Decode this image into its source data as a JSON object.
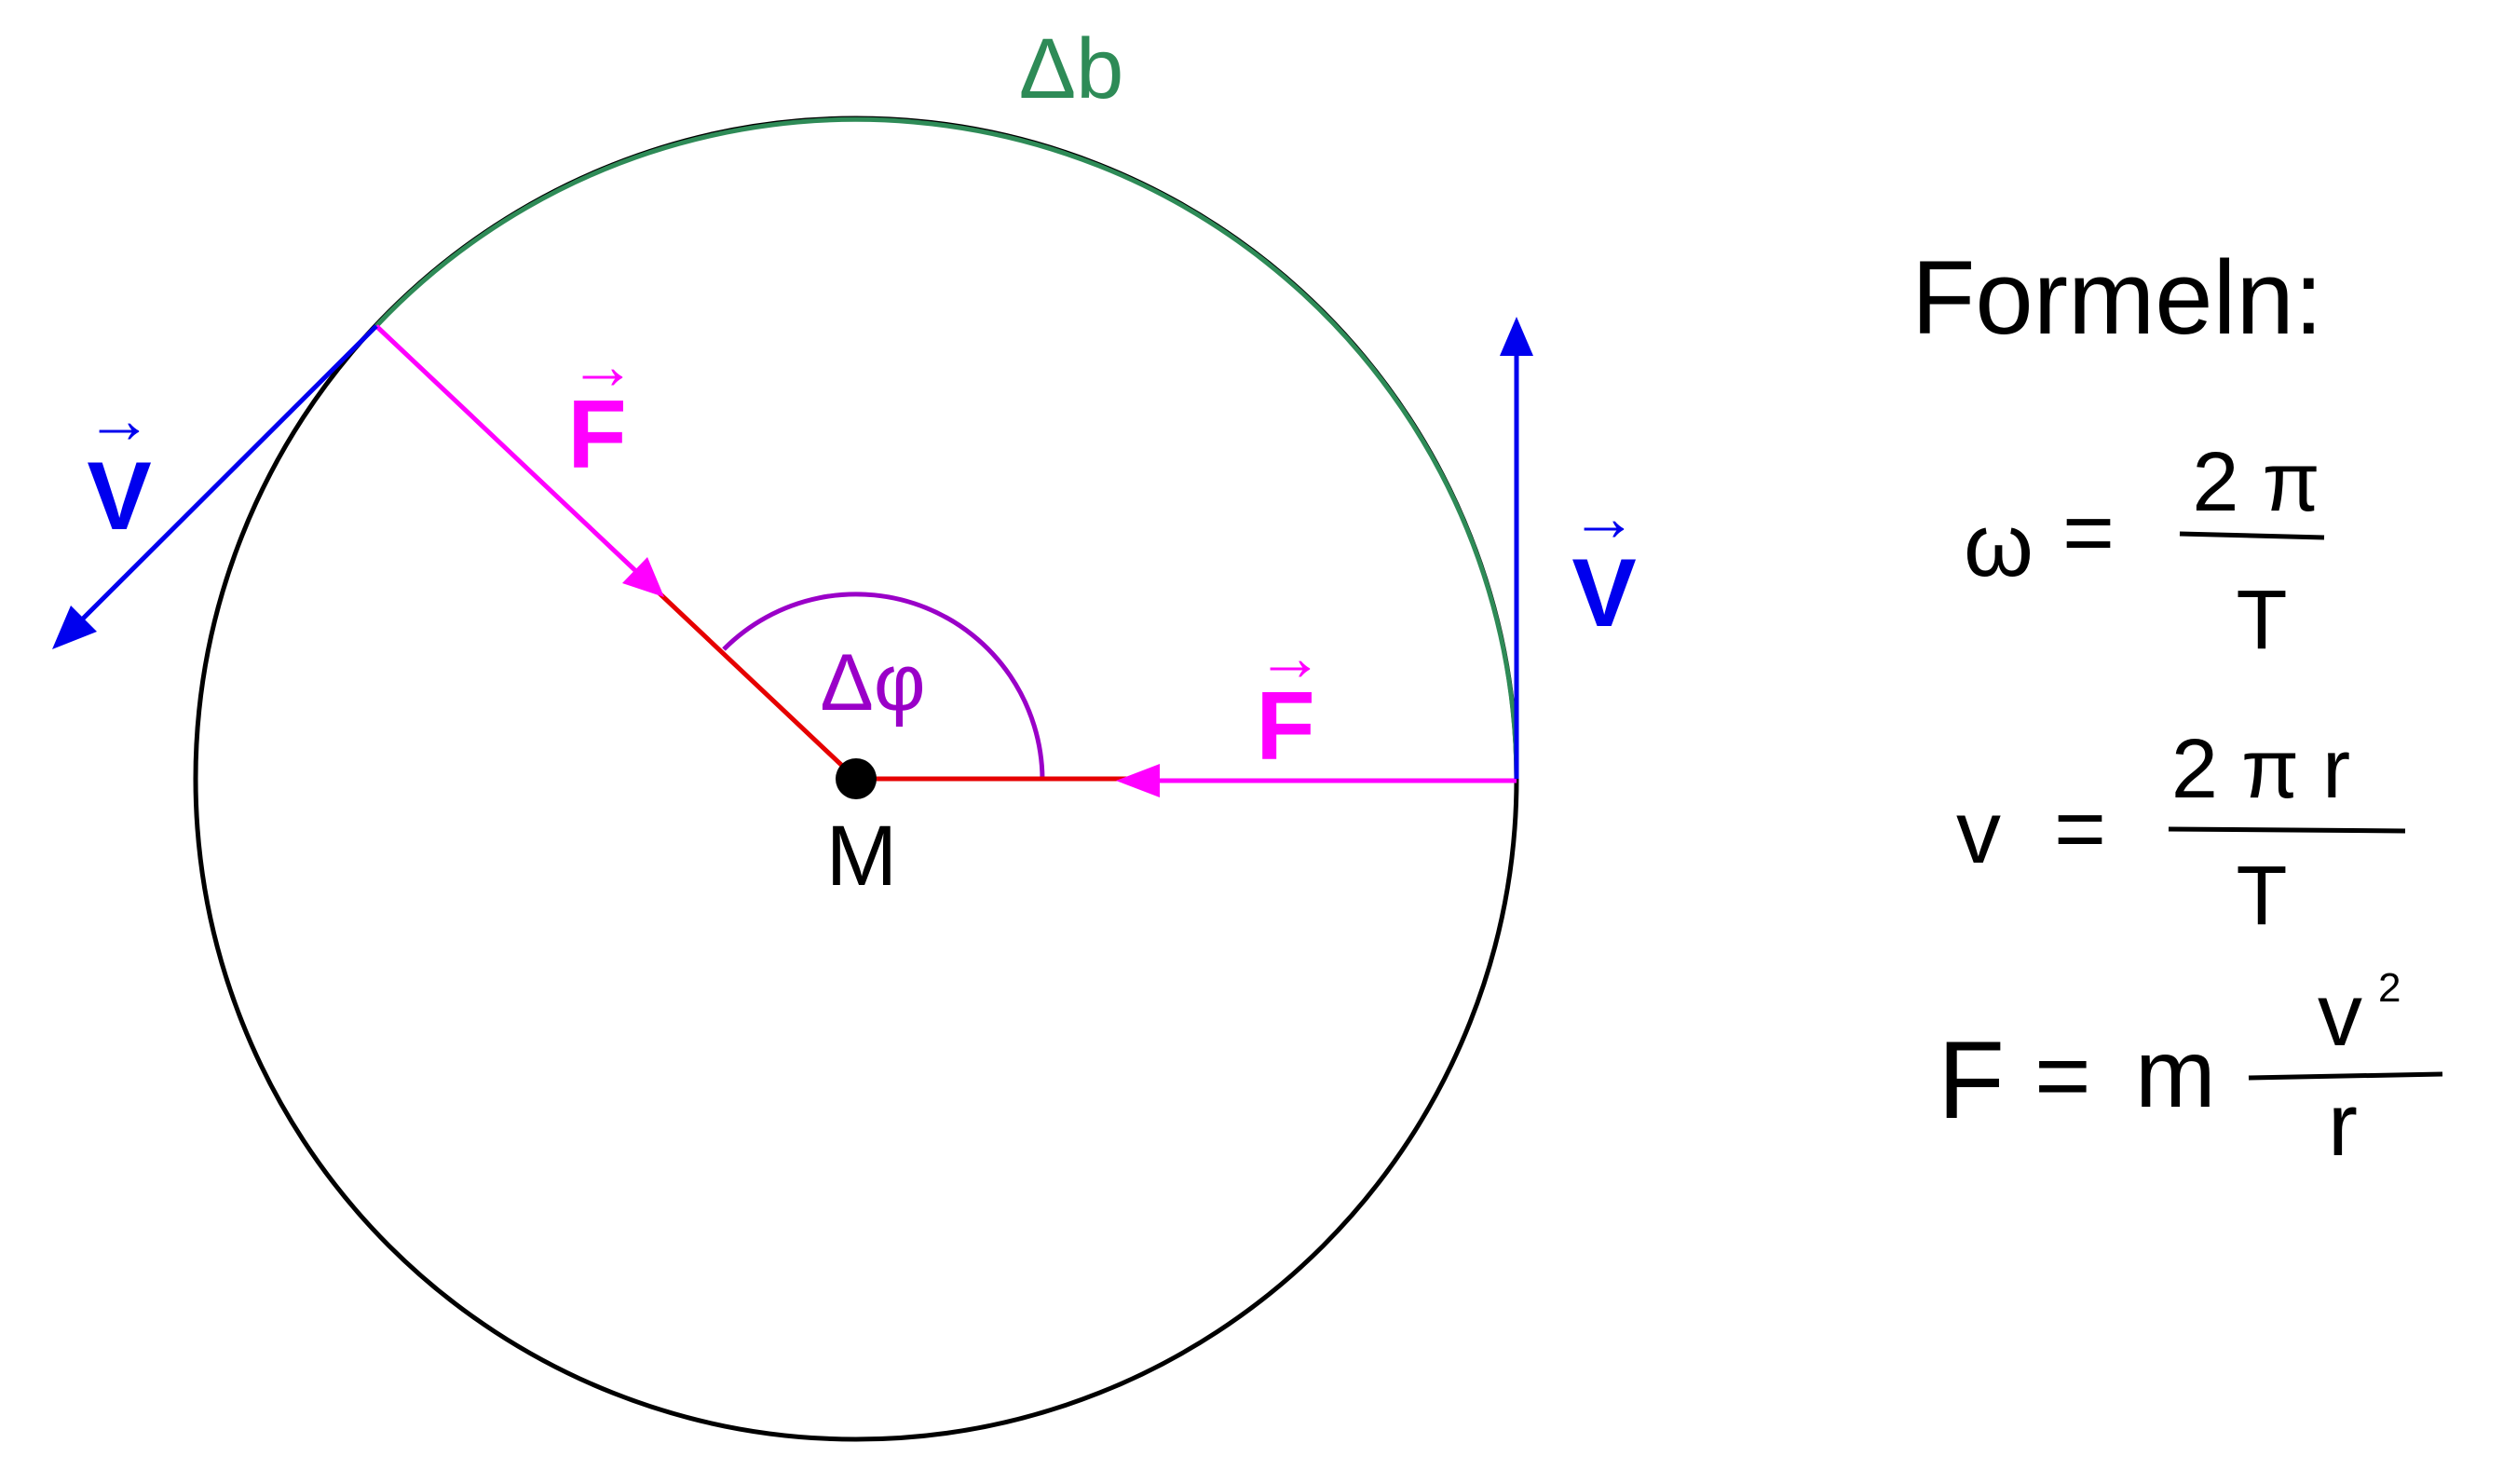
{
  "diagram": {
    "arc_label": "Δb",
    "angle_label": "Δφ",
    "center_label": "M",
    "velocity_symbol": "V",
    "force_symbol": "F",
    "vector_arrow": "→"
  },
  "formulas": {
    "heading": "Formeln:",
    "omega": {
      "lhs": "ω",
      "eq": "=",
      "num": "2 π",
      "den": "T"
    },
    "v": {
      "lhs": "v",
      "eq": "=",
      "num": "2 π r",
      "den": "T"
    },
    "force": {
      "lhs": "F",
      "eq": "=",
      "factor": "m",
      "num_base": "v",
      "num_exp": "2",
      "den": "r"
    }
  },
  "colors": {
    "circle": "#000000",
    "arc": "#2e8b57",
    "velocity": "#0000ee",
    "force": "#ff00ff",
    "radius": "#e60000",
    "angle": "#9a00c8",
    "text": "#000000"
  }
}
